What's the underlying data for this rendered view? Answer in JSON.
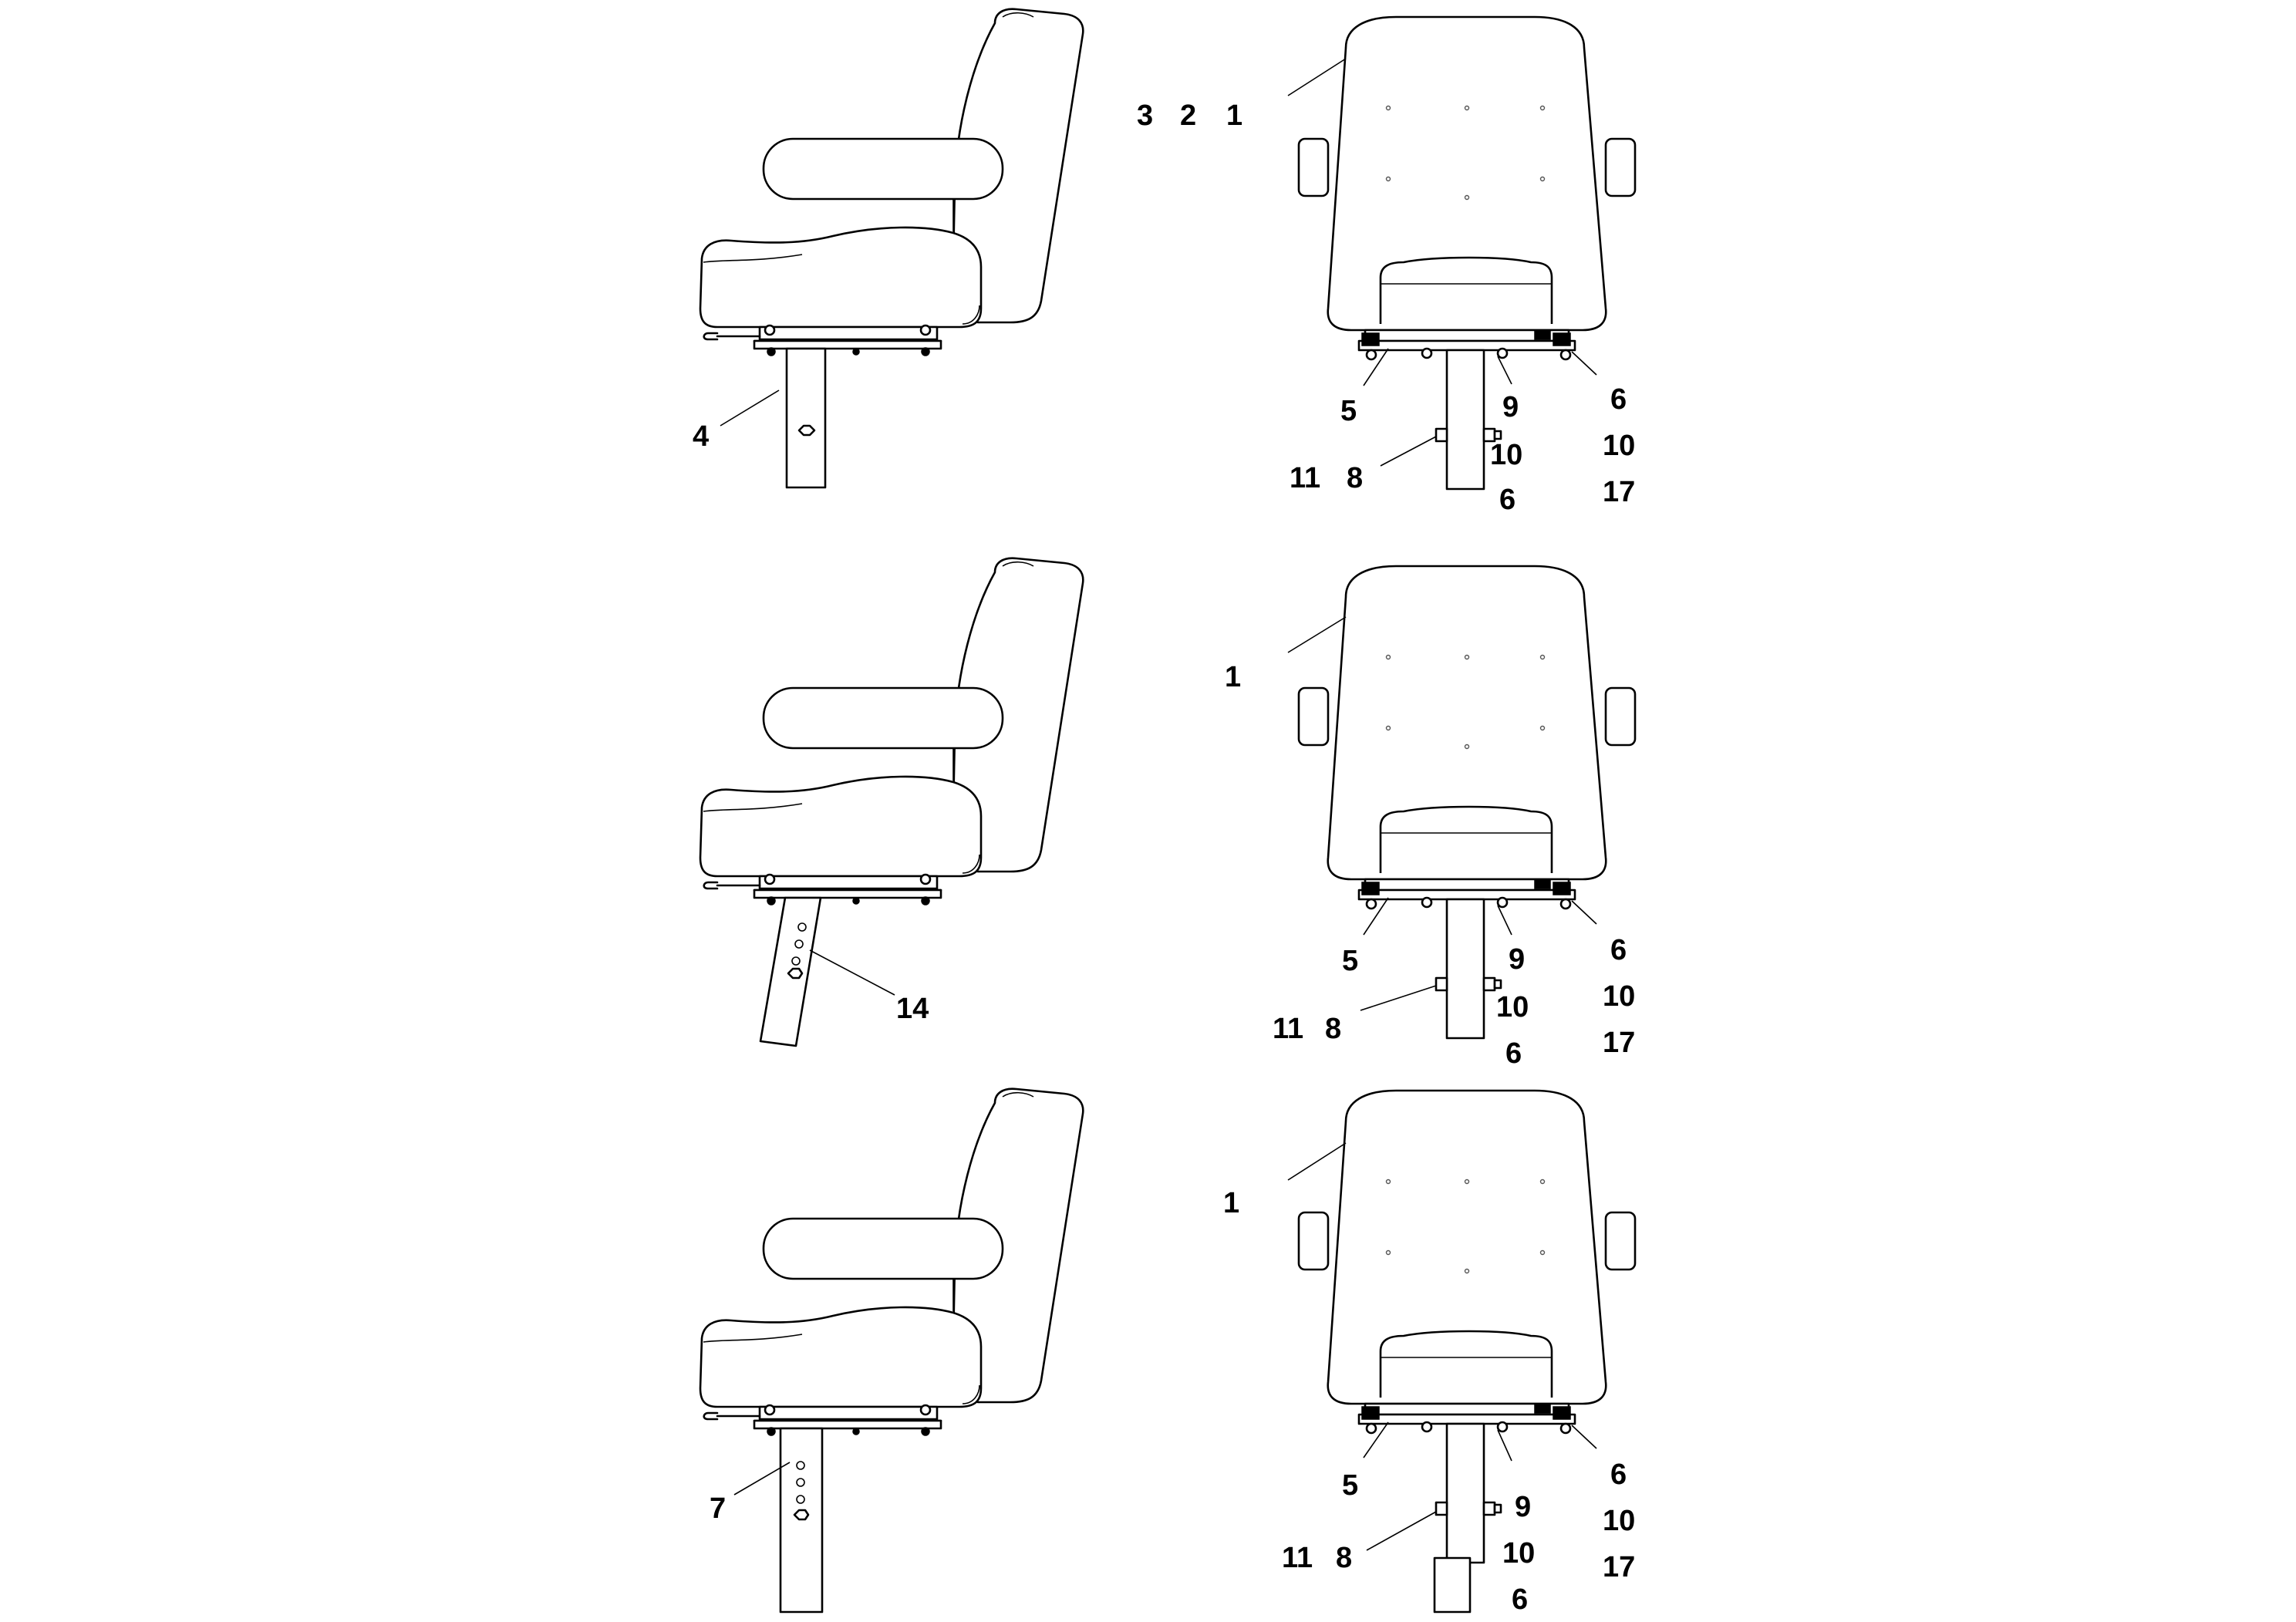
{
  "rows": [
    {
      "side_view": {
        "post_callout": "4",
        "post_type": "straight-single-hole"
      },
      "front_view": {
        "callouts_top": [
          "3",
          "2",
          "1"
        ],
        "callouts": {
          "bottom_left": "5",
          "bottom_mid": "9",
          "right_1": "6",
          "right_2": "10",
          "right_3": "17",
          "stack_1": "11",
          "stack_2": "8",
          "stack_3": "10",
          "stack_4": "6"
        }
      }
    },
    {
      "side_view": {
        "post_callout": "14",
        "post_type": "angled-multi-hole"
      },
      "front_view": {
        "callouts_top": [
          "1"
        ],
        "callouts": {
          "bottom_left": "5",
          "bottom_mid": "9",
          "right_1": "6",
          "right_2": "10",
          "right_3": "17",
          "stack_1": "11",
          "stack_2": "8",
          "stack_3": "10",
          "stack_4": "6"
        }
      }
    },
    {
      "side_view": {
        "post_callout": "7",
        "post_type": "straight-multi-hole"
      },
      "front_view": {
        "callouts_top": [
          "1"
        ],
        "callouts": {
          "bottom_left": "5",
          "bottom_mid": "9",
          "right_1": "6",
          "right_2": "10",
          "right_3": "17",
          "stack_1": "11",
          "stack_2": "8",
          "stack_3": "10",
          "stack_4": "6"
        }
      }
    }
  ]
}
